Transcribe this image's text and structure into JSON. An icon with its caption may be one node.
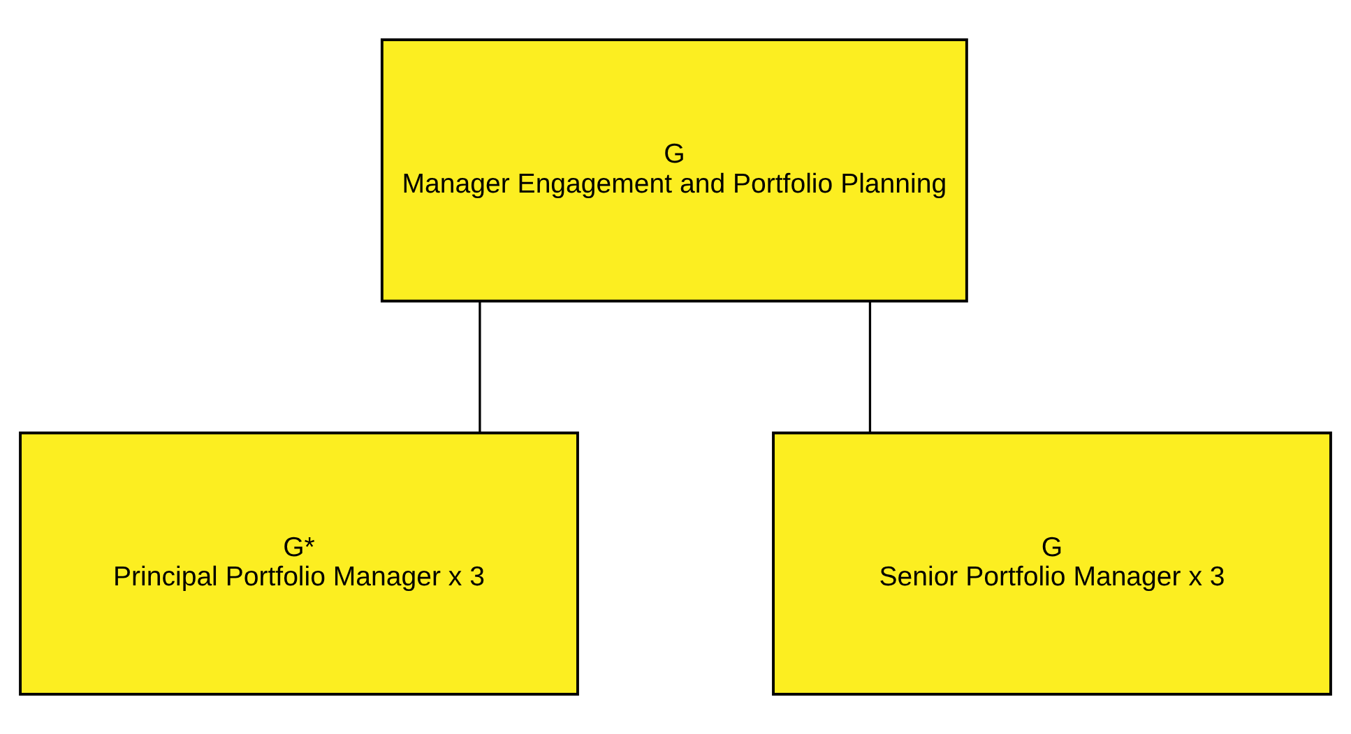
{
  "diagram": {
    "nodes": [
      {
        "text": [
          "G",
          "Manager Engagement and Portfolio Planning"
        ]
      },
      {
        "text": [
          "G*",
          "Principal Portfolio Manager x 3"
        ]
      },
      {
        "text": [
          "G",
          "Senior Portfolio Manager x 3"
        ]
      }
    ],
    "edges": [
      {
        "from": 0,
        "to": 1,
        "arrow": "none"
      },
      {
        "from": 0,
        "to": 2,
        "arrow": "none"
      }
    ]
  }
}
